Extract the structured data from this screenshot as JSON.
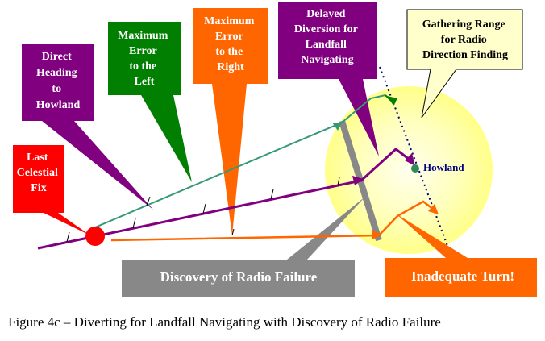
{
  "colors": {
    "direct": "#800080",
    "left": "#339977",
    "right": "#ff6600",
    "green_box": "#007f00",
    "orange_box": "#ff6600",
    "red_box": "#ff0000",
    "purple_box": "#800080",
    "gray_box": "#888888",
    "glow": "#ffff99",
    "callout_fill": "#ffffcc",
    "island": "#2e8b57",
    "island_label": "#000080",
    "dotted_line": "#000080"
  },
  "labels": {
    "last_fix": [
      "Last",
      "Celestial",
      "Fix"
    ],
    "direct_heading": [
      "Direct",
      "Heading",
      "to",
      "Howland"
    ],
    "max_left": [
      "Maximum",
      "Error",
      "to the",
      "Left"
    ],
    "max_right": [
      "Maximum",
      "Error",
      "to the",
      "Right"
    ],
    "delayed": [
      "Delayed",
      "Diversion for",
      "Landfall",
      "Navigating"
    ],
    "gathering": [
      "Gathering Range",
      "for Radio",
      "Direction Finding"
    ],
    "howland": "Howland",
    "radio_failure": "Discovery of Radio Failure",
    "inadequate": "Inadequate Turn!"
  },
  "caption": "Figure 4c – Diverting for Landfall Navigating with Discovery of Radio Failure"
}
